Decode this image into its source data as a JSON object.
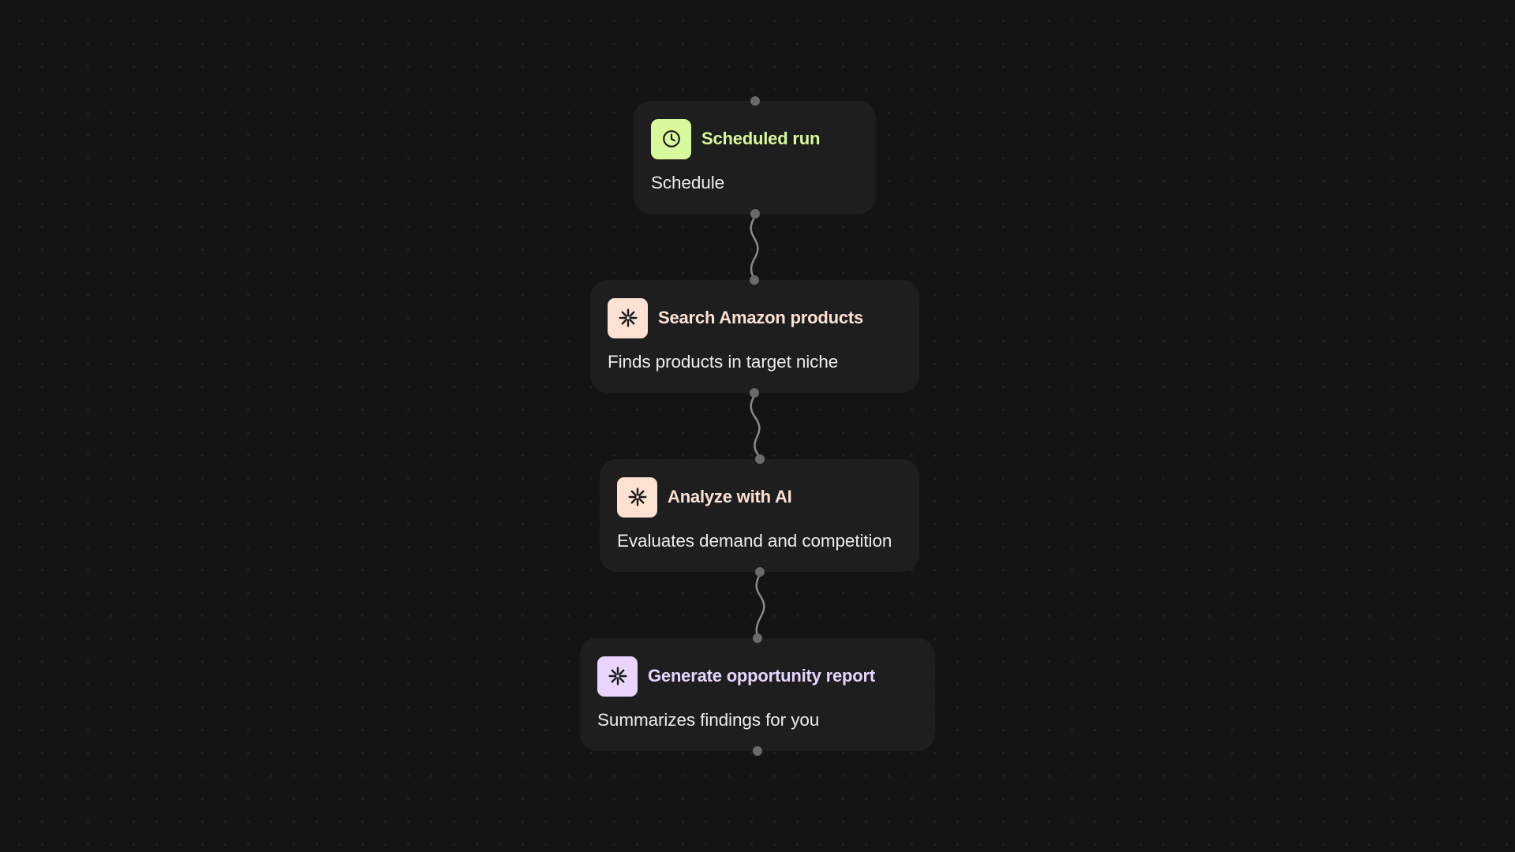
{
  "theme": {
    "background": "#141414",
    "node_background": "#1e1e1f",
    "connector_color": "#8a8a8a",
    "handle_color": "#6a6a6a",
    "description_color": "#ececec"
  },
  "nodes": [
    {
      "id": "scheduled-run",
      "title": "Scheduled run",
      "description": "Schedule",
      "icon": "clock-icon",
      "icon_bg": "#d9f99d",
      "title_color": "#d9f99d"
    },
    {
      "id": "search-amazon-products",
      "title": "Search Amazon products",
      "description": "Finds products in target niche",
      "icon": "asterisk-icon",
      "icon_bg": "#fde1d3",
      "title_color": "#fde1d3"
    },
    {
      "id": "analyze-with-ai",
      "title": "Analyze with AI",
      "description": "Evaluates demand and competition",
      "icon": "asterisk-icon",
      "icon_bg": "#fde1d3",
      "title_color": "#fde1d3"
    },
    {
      "id": "generate-opportunity-report",
      "title": "Generate opportunity report",
      "description": "Summarizes findings for you",
      "icon": "asterisk-icon",
      "icon_bg": "#e9d5ff",
      "title_color": "#e9d5ff"
    }
  ]
}
